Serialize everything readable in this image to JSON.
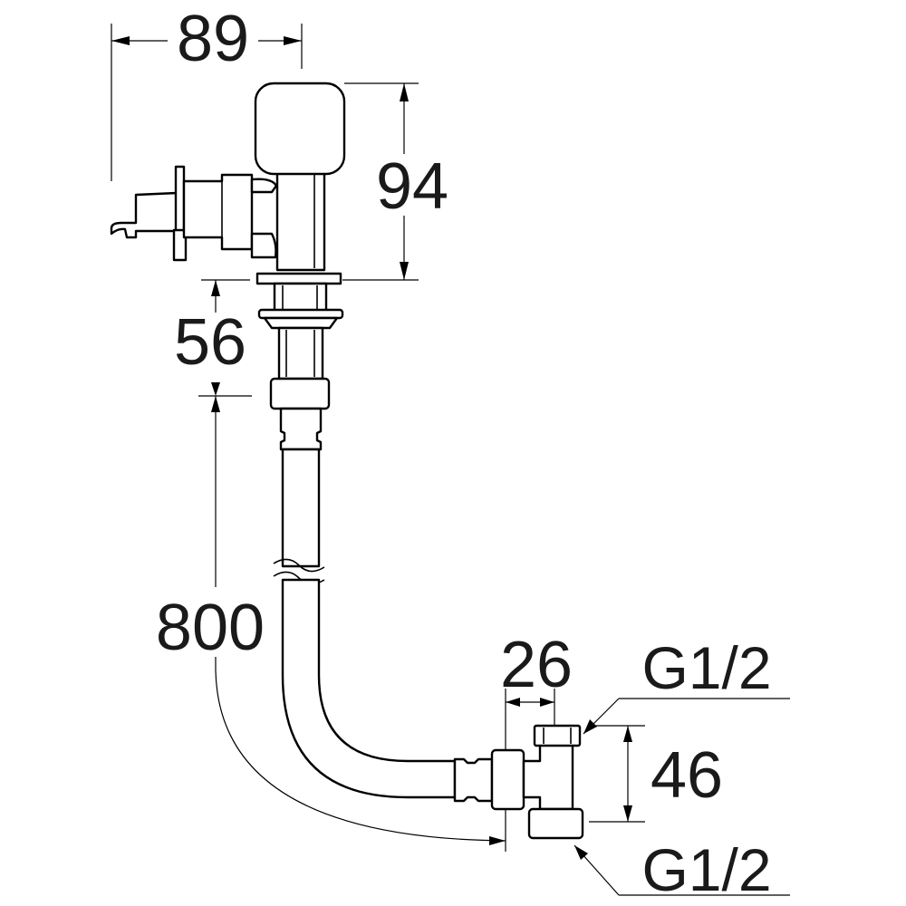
{
  "dimensions": {
    "width_top": "89",
    "head_height": "94",
    "neck_length": "56",
    "pipe_length": "800",
    "fitting_width": "26",
    "fitting_height": "46"
  },
  "threads": {
    "upper": "G1/2",
    "lower": "G1/2"
  }
}
